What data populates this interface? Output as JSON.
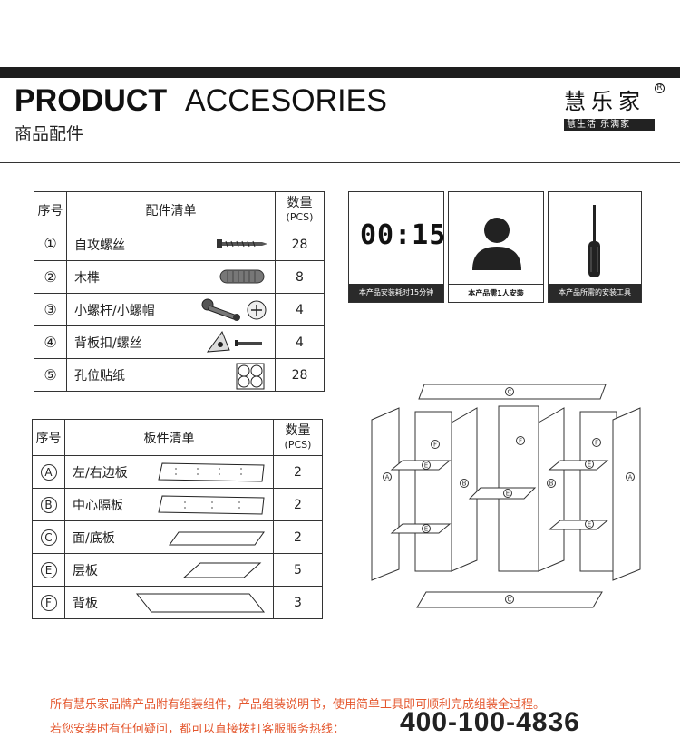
{
  "header": {
    "title_bold": "PRODUCT",
    "title_light": "ACCESORIES",
    "subtitle": "商品配件"
  },
  "brand": {
    "name": "慧乐家",
    "registered": "R",
    "slogan": "慧生活 乐满家"
  },
  "accessories_table": {
    "headers": {
      "index": "序号",
      "name": "配件清单",
      "qty": "数量",
      "unit": "(PCS)"
    },
    "rows": [
      {
        "index": "①",
        "name": "自攻螺丝",
        "qty": "28",
        "icon": "screw-icon"
      },
      {
        "index": "②",
        "name": "木榫",
        "qty": "8",
        "icon": "dowel-icon"
      },
      {
        "index": "③",
        "name": "小螺杆/小螺帽",
        "qty": "4",
        "icon": "cam-bolt-icon"
      },
      {
        "index": "④",
        "name": "背板扣/螺丝",
        "qty": "4",
        "icon": "back-panel-clip-icon"
      },
      {
        "index": "⑤",
        "name": "孔位贴纸",
        "qty": "28",
        "icon": "hole-sticker-icon"
      }
    ]
  },
  "boards_table": {
    "headers": {
      "index": "序号",
      "name": "板件清单",
      "qty": "数量",
      "unit": "(PCS)"
    },
    "rows": [
      {
        "index": "A",
        "name": "左/右边板",
        "qty": "2",
        "icon": "side-panel-icon"
      },
      {
        "index": "B",
        "name": "中心隔板",
        "qty": "2",
        "icon": "center-divider-icon"
      },
      {
        "index": "C",
        "name": "面/底板",
        "qty": "2",
        "icon": "top-bottom-panel-icon"
      },
      {
        "index": "E",
        "name": "层板",
        "qty": "5",
        "icon": "shelf-icon"
      },
      {
        "index": "F",
        "name": "背板",
        "qty": "3",
        "icon": "back-panel-icon"
      }
    ]
  },
  "info_boxes": [
    {
      "display": "00:15",
      "caption": "本产品安装耗时15分钟",
      "icon": "clock-display-icon"
    },
    {
      "caption": "本产品需1人安装",
      "icon": "person-icon"
    },
    {
      "caption": "本产品所需的安装工具",
      "icon": "screwdriver-icon"
    }
  ],
  "diagram_labels": {
    "top": "C",
    "bottom": "C",
    "side": "A",
    "center": "B",
    "shelf": "E",
    "back": "F"
  },
  "footer": {
    "note1": "所有慧乐家品牌产品附有组装组件，产品组装说明书，使用简单工具即可顺利完成组装全过程。",
    "note2": "若您安装时有任何疑问，都可以直接拨打客服服务热线：",
    "phone": "400-100-4836"
  },
  "colors": {
    "accent": "#e4572e",
    "dark": "#1e1e1e"
  }
}
